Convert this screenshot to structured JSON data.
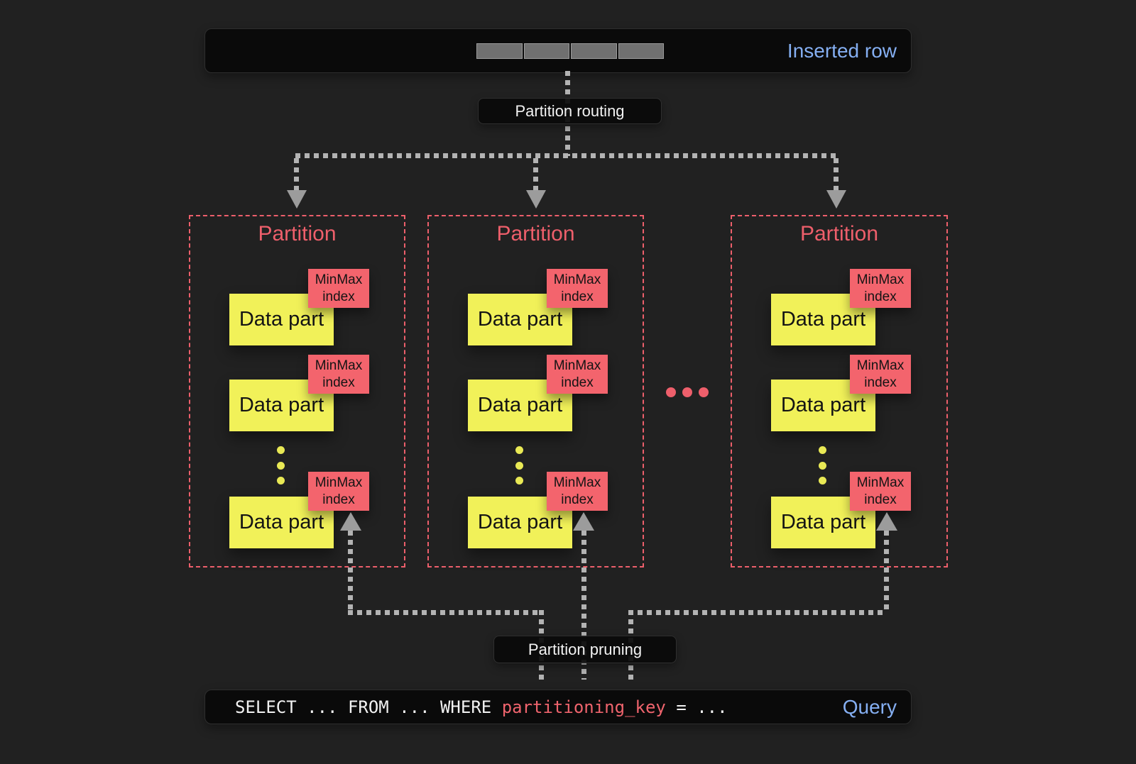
{
  "colors": {
    "background": "#212121",
    "panel_black": "#0a0a0a",
    "accent_red": "#ee5f6b",
    "accent_yellow": "#f1f159",
    "accent_blue": "#85aff2",
    "line_gray": "#b3b3b3"
  },
  "inserted_row_bar": {
    "label": "Inserted row",
    "segment_count": 4
  },
  "routing_label": {
    "text": "Partition routing"
  },
  "pruning_label": {
    "text": "Partition pruning"
  },
  "partitions": [
    {
      "title": "Partition",
      "parts": [
        {
          "label": "Data part",
          "index_label": "MinMax index"
        },
        {
          "label": "Data part",
          "index_label": "MinMax index"
        },
        {
          "label": "Data part",
          "index_label": "MinMax index"
        }
      ]
    },
    {
      "title": "Partition",
      "parts": [
        {
          "label": "Data part",
          "index_label": "MinMax index"
        },
        {
          "label": "Data part",
          "index_label": "MinMax index"
        },
        {
          "label": "Data part",
          "index_label": "MinMax index"
        }
      ]
    },
    {
      "title": "Partition",
      "parts": [
        {
          "label": "Data part",
          "index_label": "MinMax index"
        },
        {
          "label": "Data part",
          "index_label": "MinMax index"
        },
        {
          "label": "Data part",
          "index_label": "MinMax index"
        }
      ]
    }
  ],
  "query_bar": {
    "sql_prefix": "SELECT ... FROM ... WHERE ",
    "sql_key": "partitioning_key",
    "sql_suffix": " = ...",
    "label": "Query"
  }
}
